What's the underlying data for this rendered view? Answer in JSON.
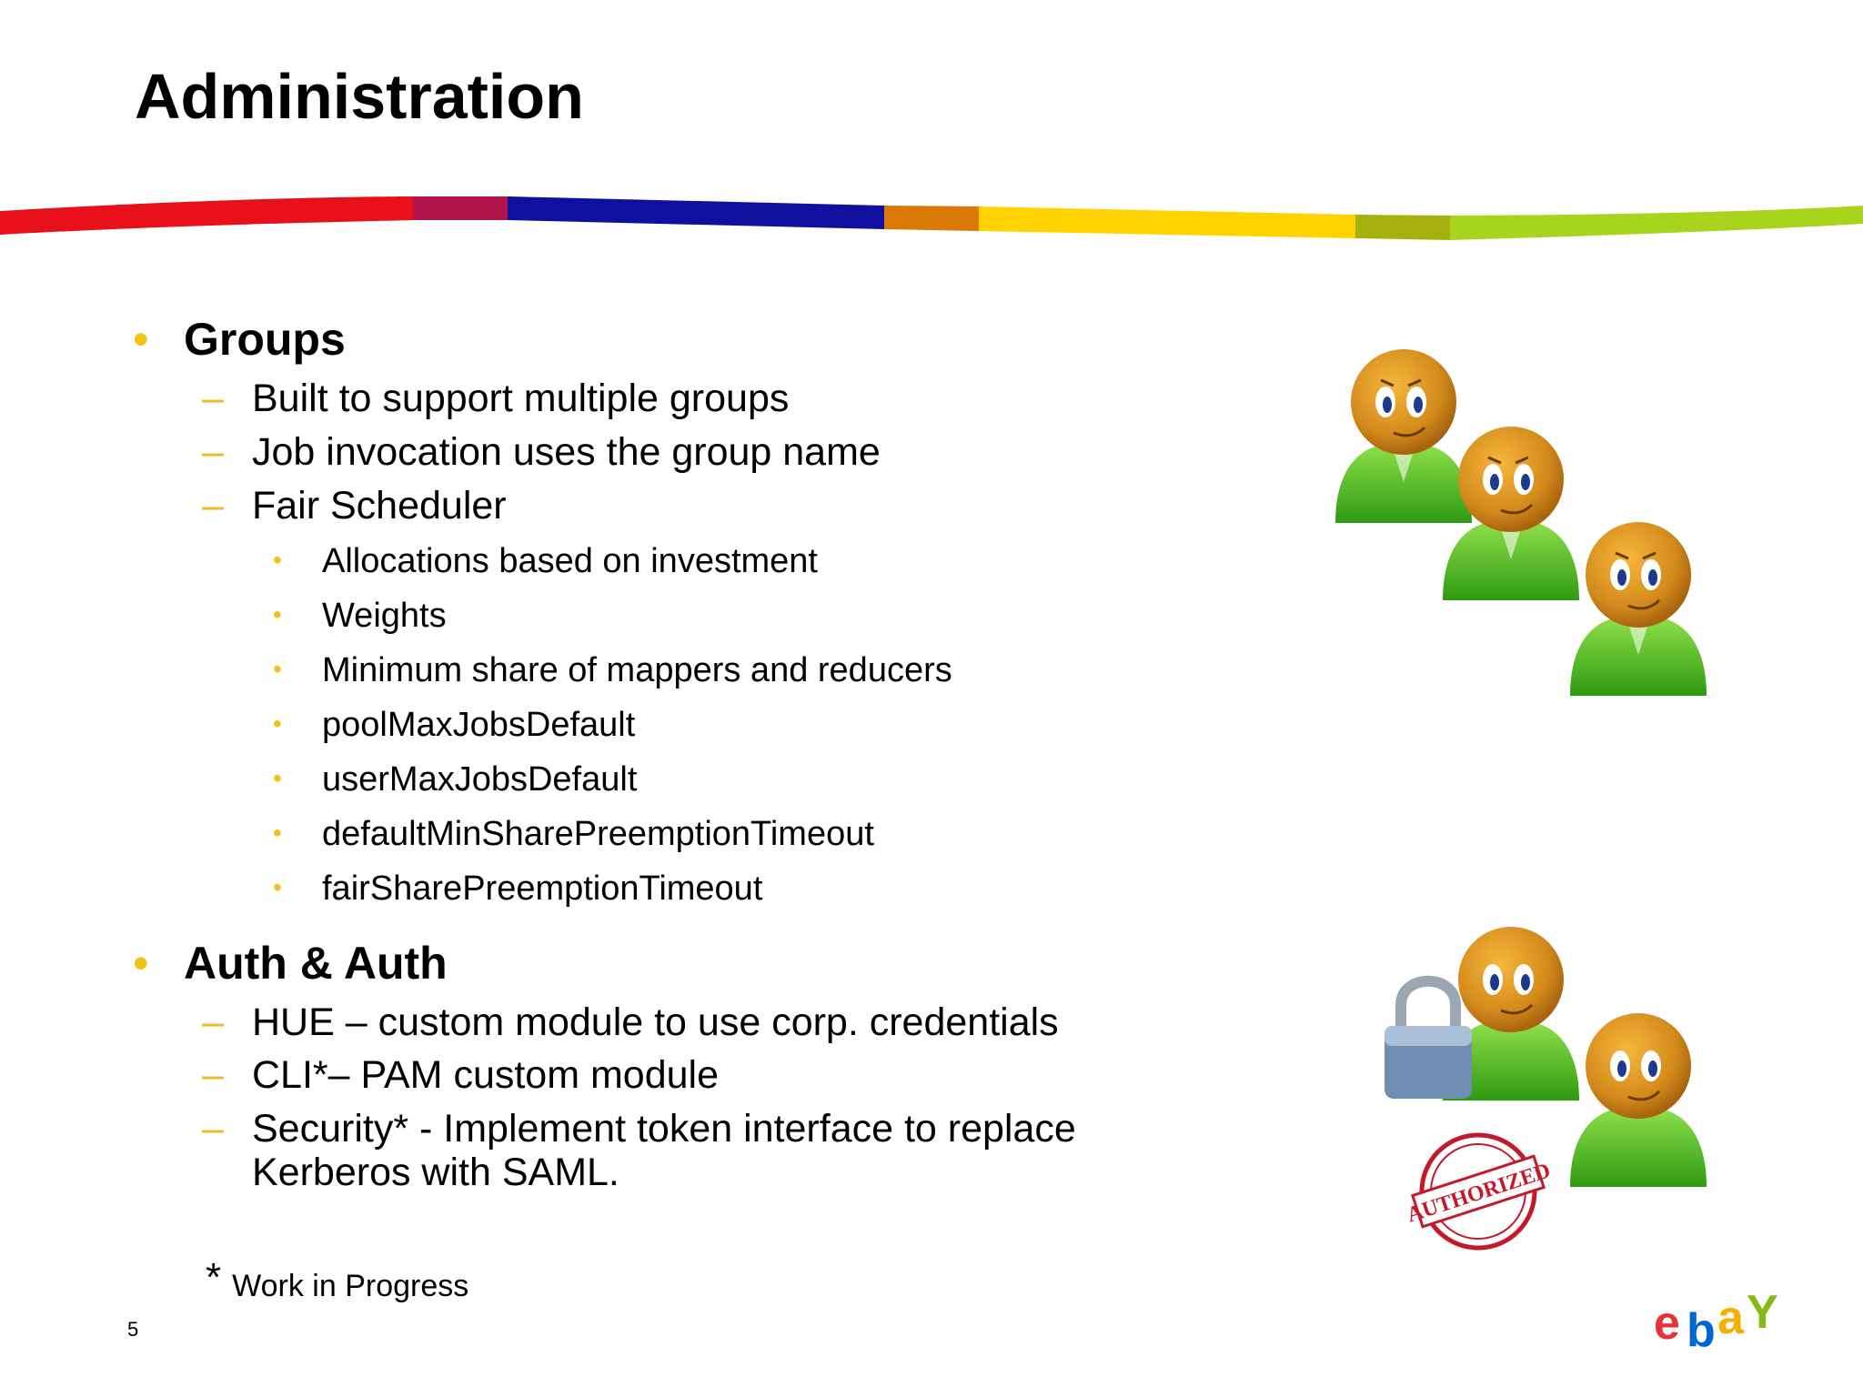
{
  "slide": {
    "title": "Administration",
    "page_number": "5"
  },
  "sections": [
    {
      "heading": "Groups",
      "items": [
        {
          "text": "Built to support multiple groups"
        },
        {
          "text": "Job invocation uses the group name"
        },
        {
          "text": "Fair Scheduler",
          "subitems": [
            "Allocations based on investment",
            "Weights",
            "Minimum share of mappers and reducers",
            "poolMaxJobsDefault",
            "userMaxJobsDefault",
            "defaultMinSharePreemptionTimeout",
            "fairSharePreemptionTimeout"
          ]
        }
      ]
    },
    {
      "heading": "Auth & Auth",
      "items": [
        {
          "text": "HUE – custom module to use corp. credentials"
        },
        {
          "text": "CLI*– PAM custom module"
        },
        {
          "line1": "Security* - Implement token interface to replace",
          "line2": "Kerberos with SAML."
        }
      ]
    }
  ],
  "footnote": {
    "marker": "*",
    "text": "Work in Progress"
  },
  "stamp_text": "AUTHORIZED",
  "logo": {
    "letters": [
      "e",
      "b",
      "a",
      "y"
    ],
    "colors": [
      "#e53238",
      "#0064d2",
      "#f5af02",
      "#86b817"
    ]
  },
  "stripe_colors": [
    "#e8101b",
    "#b0124a",
    "#1a1aa0",
    "#0a0aa0",
    "#d97a06",
    "#ffd200",
    "#f6c614",
    "#a5b20d",
    "#a8d41c"
  ],
  "bullet_color": "#f1c40f",
  "icons": [
    "group-users-icon",
    "padlock-icon",
    "authorized-stamp-icon",
    "ebay-logo"
  ]
}
